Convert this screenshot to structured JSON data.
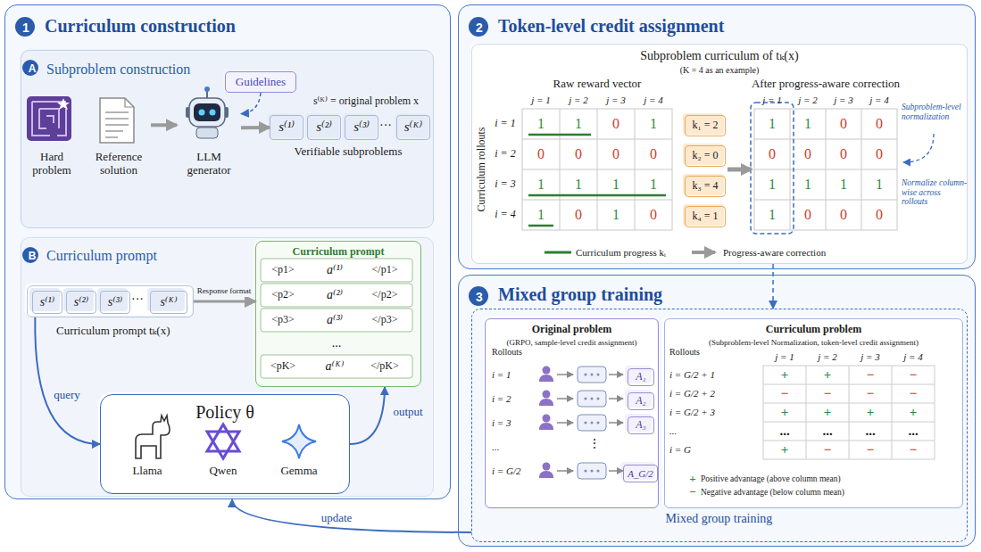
{
  "diagram": {
    "nodes": [
      {
        "text": [
          "Curriculum construction"
        ]
      },
      {
        "text": [
          "1"
        ],
        "in": 0
      },
      {
        "text": [
          "Subproblem construction"
        ],
        "in": 0
      },
      {
        "text": [
          "A"
        ],
        "in": 2
      },
      {
        "text": [
          "Hard problem"
        ],
        "in": 2
      },
      {
        "text": [
          "Reference solution"
        ],
        "in": 2
      },
      {
        "text": [
          "Guidelines"
        ],
        "in": 2
      },
      {
        "text": [
          "LLM generator"
        ],
        "in": 2
      },
      {
        "text": [
          "s⁽¹⁾"
        ],
        "in": 2
      },
      {
        "text": [
          "s⁽²⁾"
        ],
        "in": 2
      },
      {
        "text": [
          "s⁽³⁾"
        ],
        "in": 2
      },
      {
        "text": [
          "s⁽ᴷ⁾"
        ],
        "in": 2
      },
      {
        "text": [
          "Curriculum prompt"
        ],
        "in": 0
      },
      {
        "text": [
          "B"
        ],
        "in": 12
      },
      {
        "text": [
          "Curriculum prompt tₖ(x)"
        ],
        "in": 12
      },
      {
        "text": [
          "s⁽¹⁾"
        ],
        "in": 14
      },
      {
        "text": [
          "s⁽²⁾"
        ],
        "in": 14
      },
      {
        "text": [
          "s⁽³⁾"
        ],
        "in": 14
      },
      {
        "text": [
          "s⁽ᴷ⁾"
        ],
        "in": 14
      },
      {
        "text": [
          "Curriculum prompt"
        ],
        "in": 12
      },
      {
        "text": [
          "Policy θ"
        ],
        "in": 12
      },
      {
        "text": [
          "Token-level credit assignment"
        ]
      },
      {
        "text": [
          "2"
        ],
        "in": 21
      },
      {
        "text": [
          "Subproblem curriculum of tₖ(x)",
          "(K = 4 as an example)"
        ],
        "in": 21
      },
      {
        "text": [
          "k₁ = 2"
        ],
        "in": 23
      },
      {
        "text": [
          "k₂ = 0"
        ],
        "in": 23
      },
      {
        "text": [
          "k₃ = 4"
        ],
        "in": 23
      },
      {
        "text": [
          "k₄ = 1"
        ],
        "in": 23
      },
      {
        "text": [
          "Mixed group training"
        ]
      },
      {
        "text": [
          "3"
        ],
        "in": 28
      },
      {
        "text": [
          "Mixed group training"
        ],
        "in": 28
      },
      {
        "text": [
          "Original problem",
          "(GRPO, sample-level credit assignment)"
        ],
        "in": 30
      },
      {
        "text": [
          "A₁"
        ],
        "in": 31
      },
      {
        "text": [
          "A₂"
        ],
        "in": 31
      },
      {
        "text": [
          "A₃"
        ],
        "in": 31
      },
      {
        "text": [
          "A_G/2"
        ],
        "in": 31
      },
      {
        "text": [
          "Curriculum problem",
          "(Subproblem-level Normalization, token-level credit assignment)"
        ],
        "in": 30
      }
    ],
    "edges": [
      {
        "from": 5,
        "to": 7,
        "arrow": "to"
      },
      {
        "from": 6,
        "to": 7,
        "arrow": "to"
      },
      {
        "from": 7,
        "to": 8,
        "arrow": "to"
      },
      {
        "from": 14,
        "to": 19,
        "label": "Response format",
        "arrow": "to"
      },
      {
        "from": 14,
        "to": 20,
        "label": "query",
        "arrow": "to"
      },
      {
        "from": 20,
        "to": 19,
        "label": "output",
        "arrow": "to"
      },
      {
        "from": 23,
        "to": 30,
        "arrow": "to"
      },
      {
        "from": 30,
        "to": 0,
        "label": "update",
        "arrow": "to"
      }
    ],
    "labels": [
      "s⁽ᴷ⁾ = original problem x",
      "···",
      "Verifiable subproblems",
      "···",
      "<p1>",
      "a⁽¹⁾",
      "</p1>",
      "<p2>",
      "a⁽²⁾",
      "</p2>",
      "<p3>",
      "a⁽³⁾",
      "</p3>",
      "...",
      "<pK>",
      "a⁽ᴷ⁾",
      "</pK>",
      "Llama",
      "Qwen",
      "Gemma",
      "Raw reward vector",
      "After progress-aware correction",
      "Curriculum rollouts",
      "j = 1",
      "j = 2",
      "j = 3",
      "j = 4",
      "j = 1",
      "j = 2",
      "j = 3",
      "j = 4",
      "i = 1",
      "i = 2",
      "i = 3",
      "i = 4",
      "1",
      "1",
      "0",
      "1",
      "0",
      "0",
      "0",
      "0",
      "1",
      "1",
      "1",
      "1",
      "1",
      "0",
      "1",
      "0",
      "1",
      "1",
      "0",
      "0",
      "0",
      "0",
      "0",
      "0",
      "1",
      "1",
      "1",
      "1",
      "1",
      "0",
      "0",
      "0",
      "Subproblem-level normalization",
      "Normalize column-wise across rollouts",
      "Rollouts",
      "i = 1",
      "i = 2",
      "i = 3",
      "...",
      "⋮",
      "i = G/2",
      "Rollouts",
      "j = 1",
      "j = 2",
      "j = 3",
      "j = 4",
      "i = G/2 + 1",
      "i = G/2 + 2",
      "i = G/2 + 3",
      "...",
      "i = G",
      "+",
      "+",
      "−",
      "−",
      "−",
      "−",
      "−",
      "−",
      "+",
      "+",
      "+",
      "+",
      "...",
      "...",
      "...",
      "...",
      "+",
      "−",
      "−",
      "−",
      "+",
      "−"
    ],
    "legend": [
      {
        "text": "Curriculum progress kᵢ"
      },
      {
        "text": "Progress-aware correction"
      },
      {
        "text": "Positive advantage (above column mean)"
      },
      {
        "text": "Negative advantage (below column mean)"
      }
    ]
  }
}
